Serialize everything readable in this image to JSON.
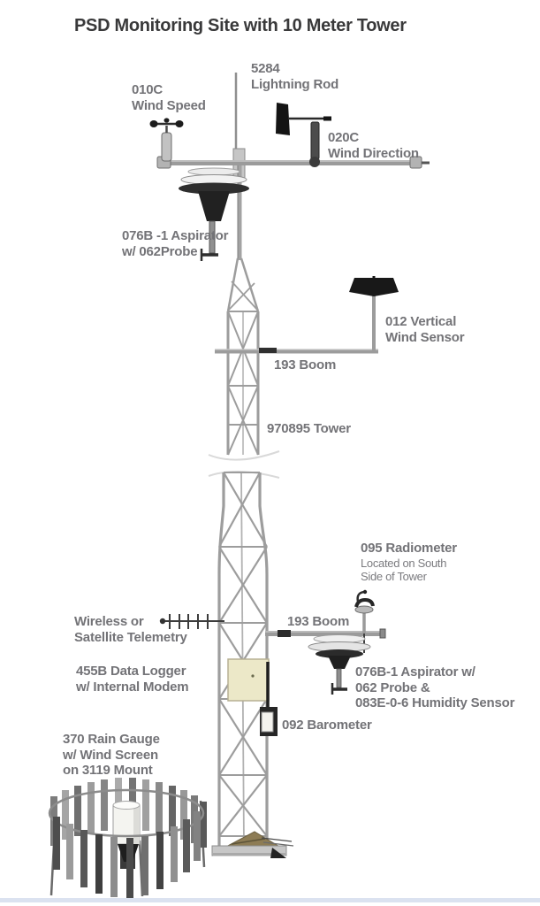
{
  "page": {
    "title": "PSD Monitoring Site with 10 Meter Tower"
  },
  "labels": {
    "wind_speed": {
      "line1": "010C",
      "line2": "Wind Speed"
    },
    "lightning_rod": {
      "line1": "5284",
      "line2": "Lightning Rod"
    },
    "wind_direction": {
      "line1": "020C",
      "line2": "Wind Direction"
    },
    "aspirator_top": {
      "line1": "076B -1 Aspirator",
      "line2": "w/ 062Probe"
    },
    "vertical_wind_sensor": {
      "line1": "012 Vertical",
      "line2": "Wind Sensor"
    },
    "boom_upper": "193 Boom",
    "tower": "970895 Tower",
    "radiometer": {
      "line1": "095 Radiometer",
      "line2": "Located on South",
      "line3": "Side of Tower"
    },
    "telemetry": {
      "line1": "Wireless or",
      "line2": "Satellite Telemetry"
    },
    "boom_lower": "193 Boom",
    "data_logger": {
      "line1": "455B Data Logger",
      "line2": "w/ Internal Modem"
    },
    "aspirator_lower": {
      "line1": "076B-1 Aspirator w/",
      "line2": "062 Probe &",
      "line3": "083E-0-6 Humidity Sensor"
    },
    "barometer": "092 Barometer",
    "rain_gauge": {
      "line1": "370 Rain Gauge",
      "line2": "w/ Wind Screen",
      "line3": "on 3119 Mount"
    }
  },
  "colors": {
    "title_text": "#39393a",
    "label_text": "#737377",
    "tower_gray": "#9c9c9c",
    "instrument_dark": "#1f1f1f",
    "data_logger_cream": "#ece8c8",
    "base_pad_brown": "#8d7c55",
    "footer_line_blue": "#dbe2f0",
    "background": "#ffffff"
  }
}
